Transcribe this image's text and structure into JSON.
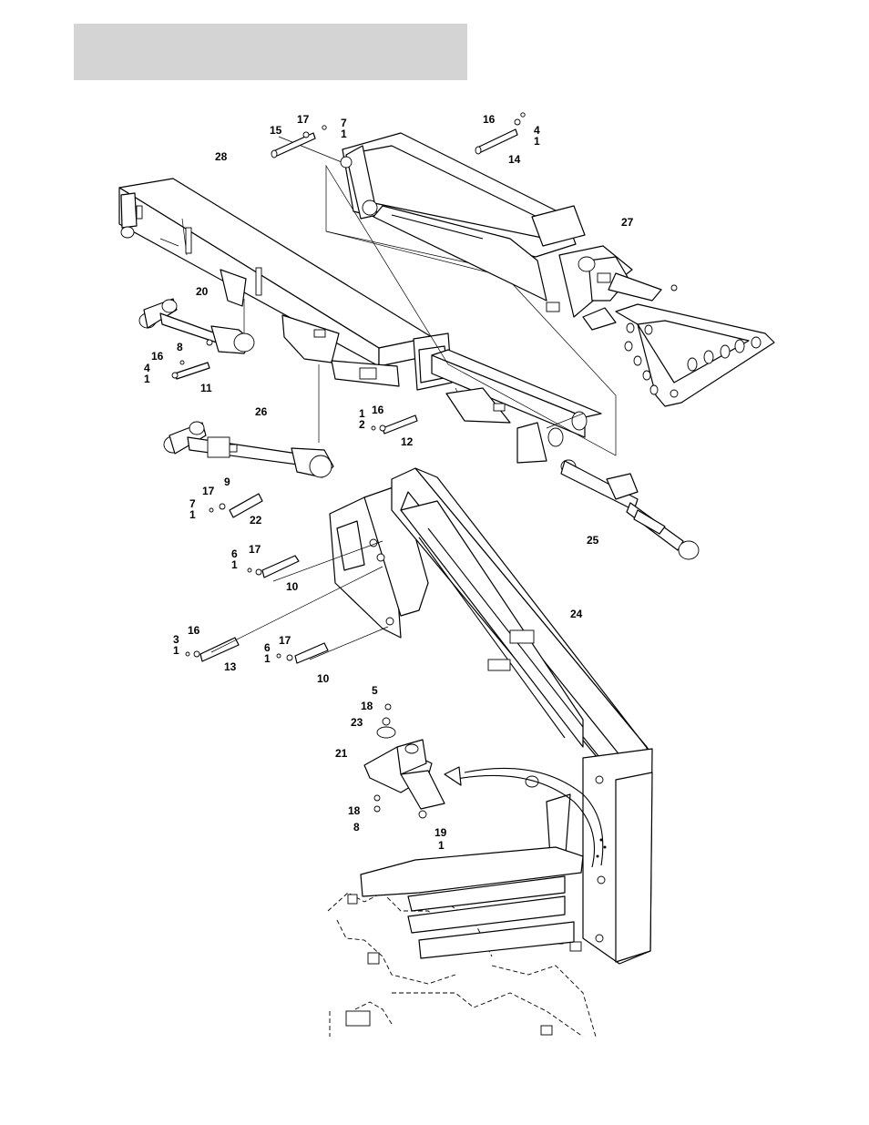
{
  "header": {
    "bar_color": "#d4d4d4"
  },
  "callouts": [
    "17",
    "7",
    "1",
    "15",
    "16",
    "4",
    "1",
    "14",
    "28",
    "27",
    "20",
    "8",
    "16",
    "4",
    "1",
    "11",
    "1",
    "16",
    "2",
    "12",
    "26",
    "9",
    "17",
    "7",
    "1",
    "22",
    "25",
    "6",
    "17",
    "1",
    "10",
    "24",
    "3",
    "16",
    "1",
    "13",
    "6",
    "17",
    "1",
    "10",
    "5",
    "18",
    "23",
    "21",
    "18",
    "8",
    "19",
    "1"
  ]
}
